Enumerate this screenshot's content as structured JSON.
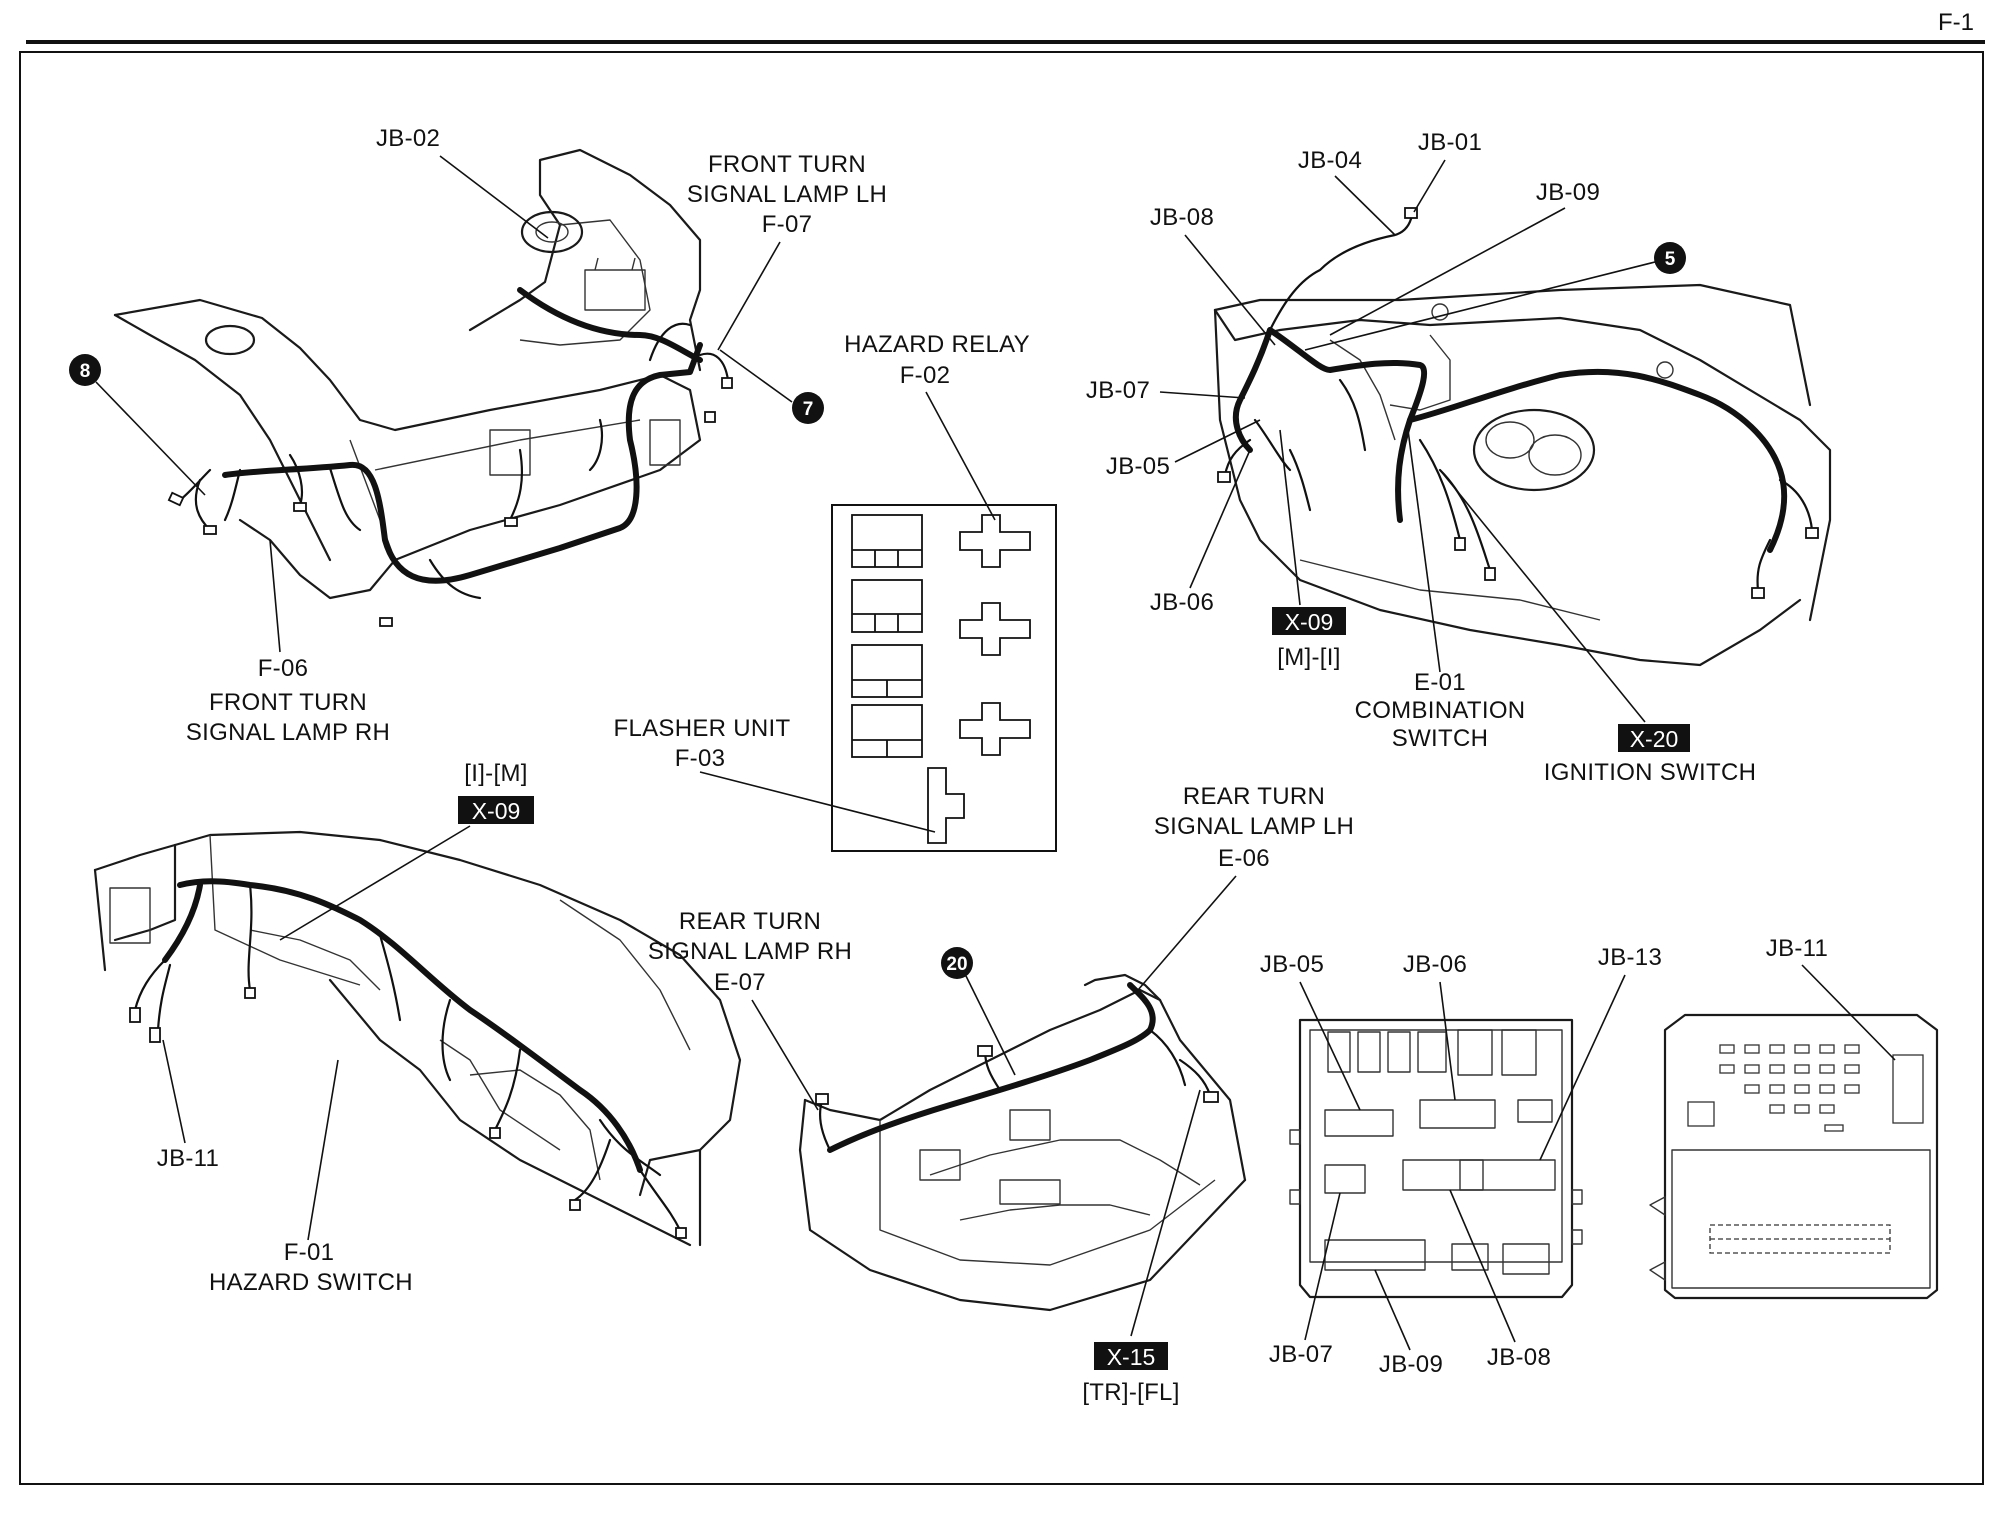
{
  "page": {
    "number": "F-1"
  },
  "views": {
    "front_engine_room": {
      "labels": {
        "jb02": "JB-02",
        "front_lh_l1": "FRONT TURN",
        "front_lh_l2": "SIGNAL LAMP LH",
        "front_lh_code": "F-07",
        "front_rh_code": "F-06",
        "front_rh_l1": "FRONT TURN",
        "front_rh_l2": "SIGNAL LAMP RH"
      },
      "badges": {
        "b8": "8",
        "b7": "7"
      }
    },
    "relay_box": {
      "labels": {
        "hazard_l1": "HAZARD RELAY",
        "hazard_code": "F-02",
        "flasher_l1": "FLASHER UNIT",
        "flasher_code": "F-03"
      }
    },
    "dash_lower": {
      "labels": {
        "jb04": "JB-04",
        "jb01": "JB-01",
        "jb09": "JB-09",
        "jb08": "JB-08",
        "jb07": "JB-07",
        "jb05": "JB-05",
        "jb06": "JB-06",
        "x09_tag": "X-09",
        "x09_ref": "[M]-[I]",
        "e01_code": "E-01",
        "e01_l1": "COMBINATION",
        "e01_l2": "SWITCH",
        "x20_tag": "X-20",
        "ign": "IGNITION SWITCH"
      },
      "badges": {
        "b5": "5"
      }
    },
    "instrument_panel": {
      "labels": {
        "ref": "[I]-[M]",
        "x09_tag": "X-09",
        "jb11": "JB-11",
        "f01_code": "F-01",
        "f01_l1": "HAZARD SWITCH"
      }
    },
    "trunk": {
      "labels": {
        "rlh_l1": "REAR TURN",
        "rlh_l2": "SIGNAL LAMP LH",
        "rlh_code": "E-06",
        "rrh_l1": "REAR TURN",
        "rrh_l2": "SIGNAL LAMP RH",
        "rrh_code": "E-07",
        "x15_tag": "X-15",
        "x15_ref": "[TR]-[FL]"
      },
      "badges": {
        "b20": "20"
      }
    },
    "junction_box_front": {
      "labels": {
        "jb05": "JB-05",
        "jb06": "JB-06",
        "jb13": "JB-13",
        "jb07": "JB-07",
        "jb09": "JB-09",
        "jb08": "JB-08"
      }
    },
    "junction_box_rear": {
      "labels": {
        "jb11": "JB-11"
      }
    }
  }
}
